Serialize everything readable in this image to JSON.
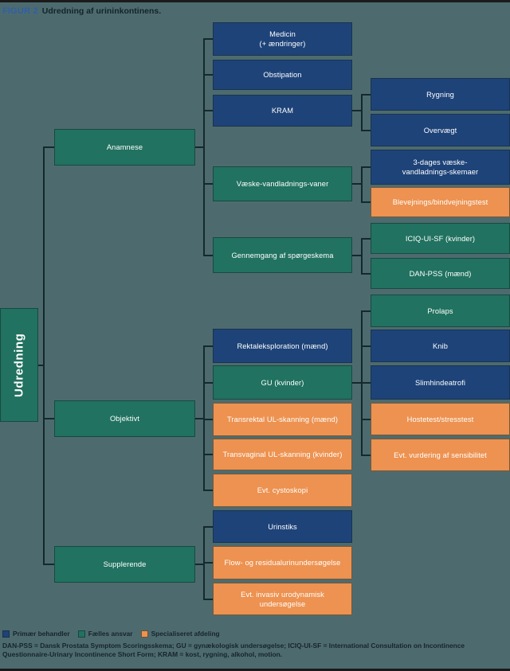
{
  "header": {
    "figure_label": "FIGUR 2",
    "title": "Udredning af urininkontinens."
  },
  "diagram": {
    "root": {
      "label": "Udredning",
      "color": "teal"
    },
    "branches": [
      {
        "name": "anamnese",
        "label": "Anamnese",
        "color": "teal",
        "children": [
          {
            "name": "medicin",
            "label": "Medicin\n(+ ændringer)",
            "color": "blue",
            "children": []
          },
          {
            "name": "obstipation",
            "label": "Obstipation",
            "color": "blue",
            "children": []
          },
          {
            "name": "kram",
            "label": "KRAM",
            "color": "blue",
            "children": [
              {
                "name": "rygning",
                "label": "Rygning",
                "color": "blue"
              },
              {
                "name": "overvaegt",
                "label": "Overvægt",
                "color": "blue"
              }
            ]
          },
          {
            "name": "vaeske-vandladnings-vaner",
            "label": "Væske-vandladnings-vaner",
            "color": "teal",
            "children": [
              {
                "name": "3-dages-skemaer",
                "label": "3-dages væske-\nvandladnings-skemaer",
                "color": "blue"
              },
              {
                "name": "blevejningstest",
                "label": "Blevejnings/bindvejningstest",
                "color": "orange"
              }
            ]
          },
          {
            "name": "gennemgang-spoergeskema",
            "label": "Gennemgang af spørgeskema",
            "color": "teal",
            "children": [
              {
                "name": "iciq-ui-sf",
                "label": "ICIQ-UI-SF (kvinder)",
                "color": "teal"
              },
              {
                "name": "dan-pss",
                "label": "DAN-PSS (mænd)",
                "color": "teal"
              }
            ]
          }
        ]
      },
      {
        "name": "objektivt",
        "label": "Objektivt",
        "color": "teal",
        "children": [
          {
            "name": "rektaleksploration",
            "label": "Rektaleksploration (mænd)",
            "color": "blue",
            "children": []
          },
          {
            "name": "gu-kvinder",
            "label": "GU (kvinder)",
            "color": "teal",
            "children": [
              {
                "name": "prolaps",
                "label": "Prolaps",
                "color": "teal"
              },
              {
                "name": "knib",
                "label": "Knib",
                "color": "blue"
              },
              {
                "name": "slimhindeatrofi",
                "label": "Slimhindeatrofi",
                "color": "blue"
              },
              {
                "name": "hostetest",
                "label": "Hostetest/stresstest",
                "color": "orange"
              },
              {
                "name": "sensibilitet",
                "label": "Evt. vurdering af sensibilitet",
                "color": "orange"
              }
            ]
          },
          {
            "name": "transrektal-ul",
            "label": "Transrektal UL-skanning (mænd)",
            "color": "orange",
            "children": []
          },
          {
            "name": "transvaginal-ul",
            "label": "Transvaginal UL-skanning  (kvinder)",
            "color": "orange",
            "children": []
          },
          {
            "name": "cystoskopi",
            "label": "Evt. cystoskopi",
            "color": "orange",
            "children": []
          }
        ]
      },
      {
        "name": "supplerende",
        "label": "Supplerende",
        "color": "teal",
        "children": [
          {
            "name": "urinstiks",
            "label": "Urinstiks",
            "color": "blue",
            "children": []
          },
          {
            "name": "flow-residualurin",
            "label": "Flow- og residualurinundersøgelse",
            "color": "orange",
            "children": []
          },
          {
            "name": "invasiv-urodynamisk",
            "label": "Evt. invasiv urodynamisk\nundersøgelse",
            "color": "orange",
            "children": []
          }
        ]
      }
    ]
  },
  "legend": {
    "items": [
      {
        "name": "primaer-behandler",
        "label": "Primær behandler",
        "color": "blue"
      },
      {
        "name": "faelles-ansvar",
        "label": "Fælles ansvar",
        "color": "teal"
      },
      {
        "name": "specialiseret-afdeling",
        "label": "Specialiseret afdeling",
        "color": "orange"
      }
    ]
  },
  "footnote": {
    "text": "DAN-PSS = Dansk Prostata Symptom Scoringsskema; GU = gynækologisk undersøgelse; ICIQ-UI-SF = International Consultation on Incontinence Questionnaire-Urinary Incontinence Short Form; KRAM = kost, rygning, alkohol, motion."
  },
  "colors": {
    "blue": "#1e4379",
    "teal": "#217260",
    "orange": "#ed9250",
    "background": "#4d6b6e",
    "connector": "#15292c",
    "figure_label": "#2f5fa8"
  }
}
